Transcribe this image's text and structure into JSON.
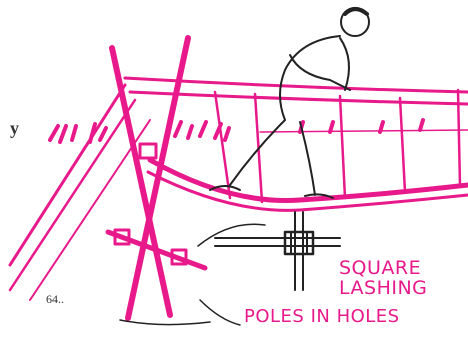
{
  "illustration": {
    "subject": "",
    "ink_color": "#e8198b",
    "figure_color": "#222222"
  },
  "labels": {
    "square_line1": "SQUARE",
    "square_line2": "LASHING",
    "poles_in_holes": "POLES IN HOLES"
  },
  "stray_marks": {
    "left_letter": "y",
    "bottom_left": "64.."
  }
}
